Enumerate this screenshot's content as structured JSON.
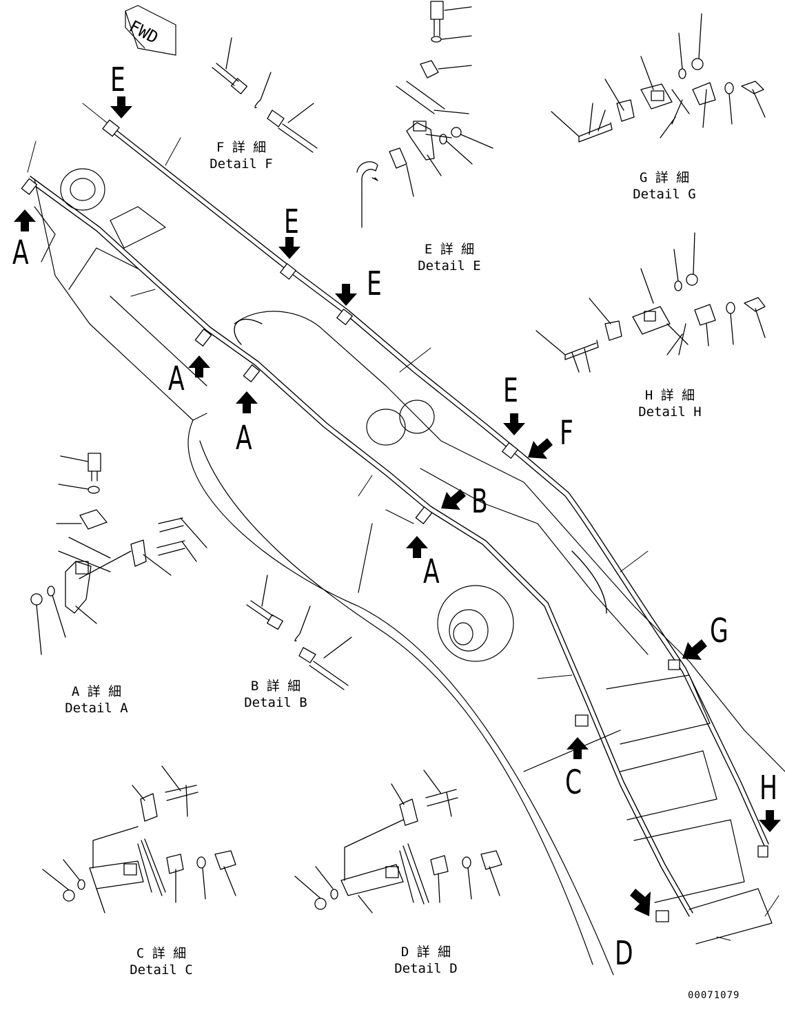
{
  "orientation_marker": "FWD",
  "part_number": "00071079",
  "callouts": {
    "A": "A",
    "B": "B",
    "C": "C",
    "D": "D",
    "E": "E",
    "F": "F",
    "G": "G",
    "H": "H"
  },
  "details": {
    "A": {
      "jp": "A 詳 細",
      "en": "Detail A"
    },
    "B": {
      "jp": "B 詳 細",
      "en": "Detail B"
    },
    "C": {
      "jp": "C 詳 細",
      "en": "Detail C"
    },
    "D": {
      "jp": "D 詳 細",
      "en": "Detail D"
    },
    "E": {
      "jp": "E 詳 細",
      "en": "Detail E"
    },
    "F": {
      "jp": "F 詳 細",
      "en": "Detail F"
    },
    "G": {
      "jp": "G 詳 細",
      "en": "Detail G"
    },
    "H": {
      "jp": "H 詳 細",
      "en": "Detail H"
    }
  }
}
